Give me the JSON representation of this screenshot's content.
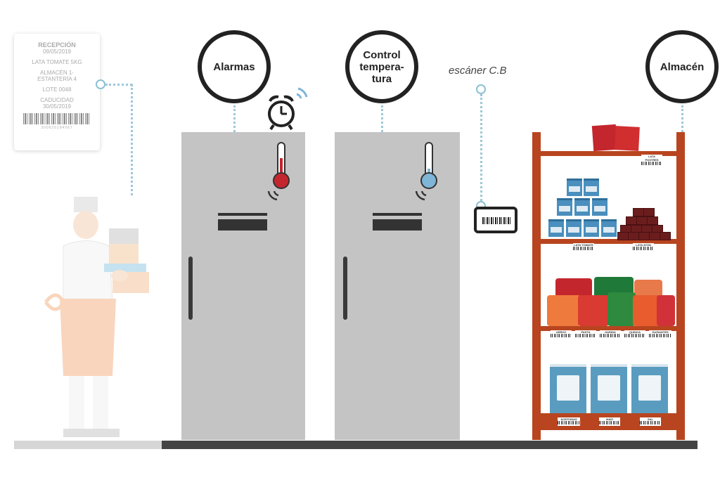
{
  "ticket": {
    "title": "RECEPCIÓN",
    "date": "09/05/2019",
    "product": "LATA TOMATE 5KG",
    "location_line1": "ALMACÉN 1-",
    "location_line2": "ESTANTERÍA 4",
    "lot": "LOTE 0048",
    "expiry_label": "CADUCIDAD",
    "expiry_date": "30/05/2019",
    "barcode_number": "300620194567"
  },
  "labels": {
    "alarmas": "Alarmas",
    "control_line1": "Control",
    "control_line2": "tempera-",
    "control_line3": "tura",
    "scanner": "escáner C.B",
    "almacen": "Almacén"
  },
  "shelf_tags": {
    "top": "LATA POSTRES",
    "tomate": "LATA TOMATE",
    "atun": "LATA ATÚN",
    "arroz": "ARROZ",
    "pasta": "PASTA",
    "harina": "HARINA",
    "quinoa": "QUINOA",
    "guisantes": "GUISANTES",
    "aceitunas": "ACEITUNAS",
    "maiz": "MAÍZ",
    "sal": "SAL"
  },
  "colors": {
    "outline": "#222222",
    "connector": "#9cc8d8",
    "fridge": "#c4c4c4",
    "shelf": "#b8451f",
    "thermo_hot": "#c4262e",
    "thermo_cold": "#7fb5d6"
  }
}
